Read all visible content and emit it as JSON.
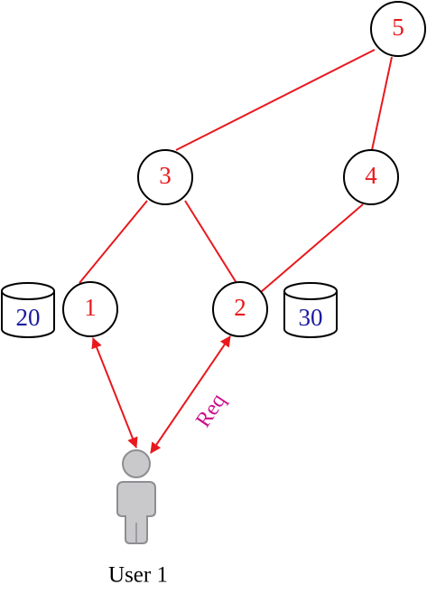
{
  "colors": {
    "edge": "#e8191e",
    "node_label": "#e8191e",
    "node_stroke": "#000000",
    "db_label": "#1a1aa0",
    "request_label": "#cc0e8a",
    "user_fill": "#c9c9cb",
    "user_stroke": "#8e8e92",
    "caption": "#000000"
  },
  "nodes": [
    {
      "id": "n5",
      "label": "5"
    },
    {
      "id": "n3",
      "label": "3"
    },
    {
      "id": "n4",
      "label": "4"
    },
    {
      "id": "n1",
      "label": "1"
    },
    {
      "id": "n2",
      "label": "2"
    }
  ],
  "edges": [
    {
      "from": "n5",
      "to": "n3"
    },
    {
      "from": "n5",
      "to": "n4"
    },
    {
      "from": "n3",
      "to": "n1"
    },
    {
      "from": "n3",
      "to": "n2"
    },
    {
      "from": "n4",
      "to": "n2"
    }
  ],
  "databases": [
    {
      "id": "db-left",
      "label": "20",
      "attached_to": "n1"
    },
    {
      "id": "db-right",
      "label": "30",
      "attached_to": "n2"
    }
  ],
  "links": [
    {
      "from": "user",
      "to": "n1",
      "bidirectional": true,
      "label": ""
    },
    {
      "from": "user",
      "to": "n2",
      "bidirectional": true,
      "label": "Req"
    }
  ],
  "user": {
    "icon": "person-icon",
    "label": "User 1"
  }
}
